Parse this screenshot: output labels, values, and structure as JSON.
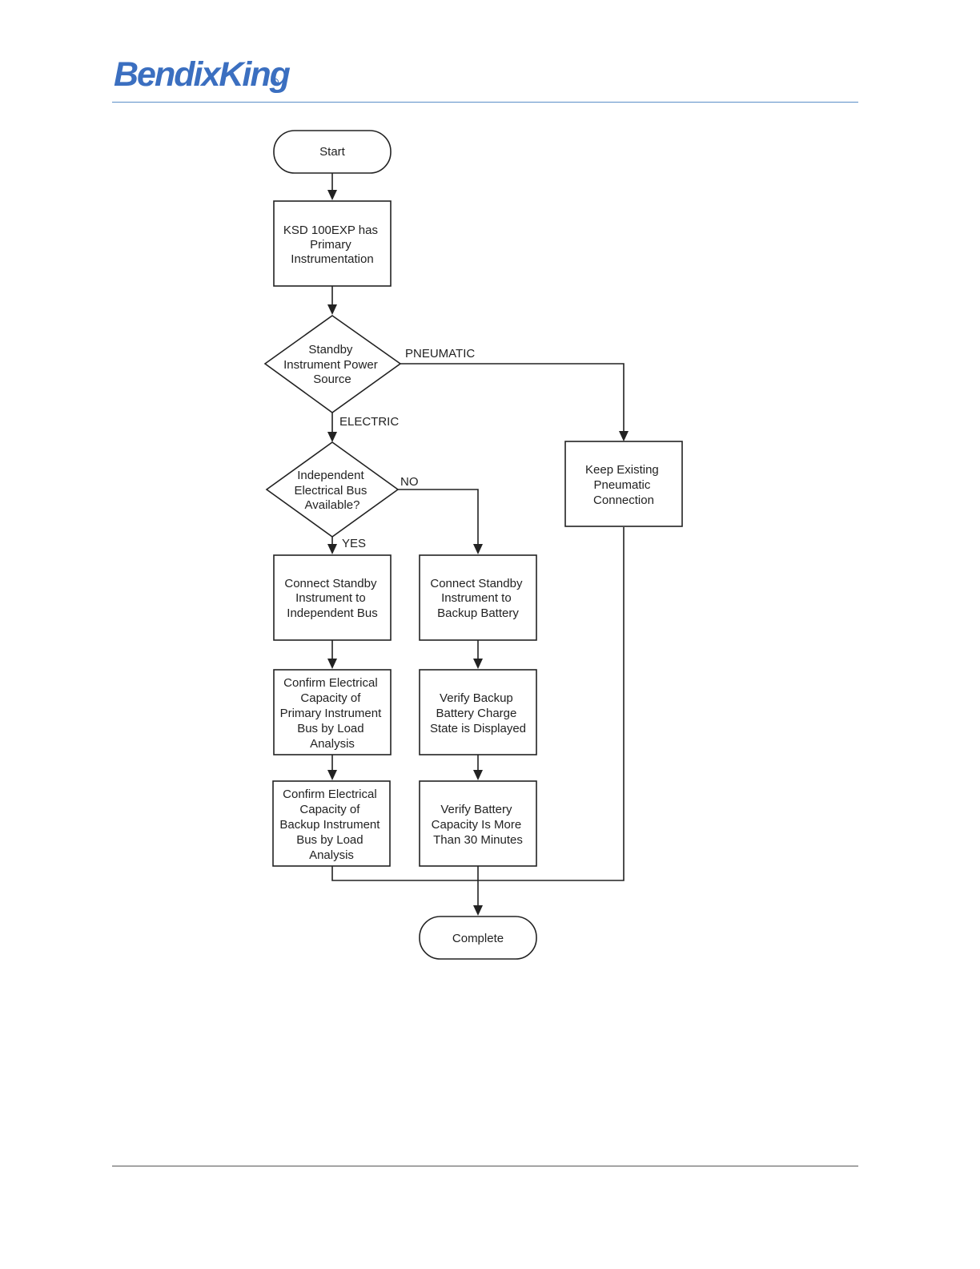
{
  "header": {
    "logo_text": "BendixKing",
    "logo_color": "#3b6fc0"
  },
  "flowchart": {
    "start": "Start",
    "primary": [
      "KSD 100EXP has",
      "Primary",
      "Instrumentation"
    ],
    "power_source_decision": [
      "Standby",
      "Instrument Power",
      "Source"
    ],
    "pneumatic_label": "PNEUMATIC",
    "electric_label": "ELECTRIC",
    "keep_pneumatic": [
      "Keep Existing",
      "Pneumatic",
      "Connection"
    ],
    "bus_decision": [
      "Independent",
      "Electrical Bus",
      "Available?"
    ],
    "no_label": "NO",
    "yes_label": "YES",
    "connect_independent": [
      "Connect Standby",
      "Instrument to",
      "Independent Bus"
    ],
    "connect_backup": [
      "Connect Standby",
      "Instrument to",
      "Backup Battery"
    ],
    "confirm_primary": [
      "Confirm Electrical",
      "Capacity of",
      "Primary Instrument",
      "Bus by Load",
      "Analysis"
    ],
    "verify_charge": [
      "Verify Backup",
      "Battery Charge",
      "State is Displayed"
    ],
    "confirm_backup": [
      "Confirm Electrical",
      "Capacity of",
      "Backup Instrument",
      "Bus by Load",
      "Analysis"
    ],
    "verify_capacity": [
      "Verify Battery",
      "Capacity Is More",
      "Than 30 Minutes"
    ],
    "complete": "Complete"
  }
}
